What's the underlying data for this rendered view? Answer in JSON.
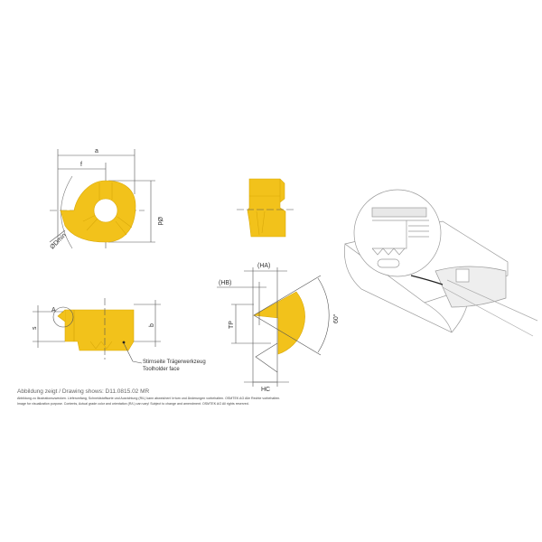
{
  "colors": {
    "insert": "#F2C21B",
    "insert_edge": "#D9A90A",
    "line": "#555555",
    "illustration": "#9a9a9a"
  },
  "top_view": {
    "dim_a": "a",
    "dim_f": "f",
    "dim_d": "Ød",
    "dim_dmin": "ØDmin"
  },
  "side_view": {
    "detail_label": "A",
    "dim_s": "s",
    "dim_b": "b",
    "face_label_de": "Stirnseite Trägerwerkzeug",
    "face_label_en": "Toolholder face"
  },
  "profile_view": {
    "dim_ha": "(HA)",
    "dim_hb": "(HB)",
    "dim_tp": "TP",
    "dim_hc": "HC",
    "angle": "60°"
  },
  "caption": {
    "drawing_shows": "Abbildung zeigt / Drawing shows: D11.0815.02 MR",
    "disclaimer_de": "Abbildung zu Illustrationszwecken. Lieferumfang, Schneidstoffsorte und Ausrichtung (R/L) kann abweichen! Irrtum und Änderungen vorbehalten. OSMTEK AG Alle Rechte vorbehalten.",
    "disclaimer_en": "Image for visualization purpose. Contents, Actual grade color and orientation (R/L) can vary! Subject to change and amendment. OSMTEK AG All rights reserved."
  }
}
